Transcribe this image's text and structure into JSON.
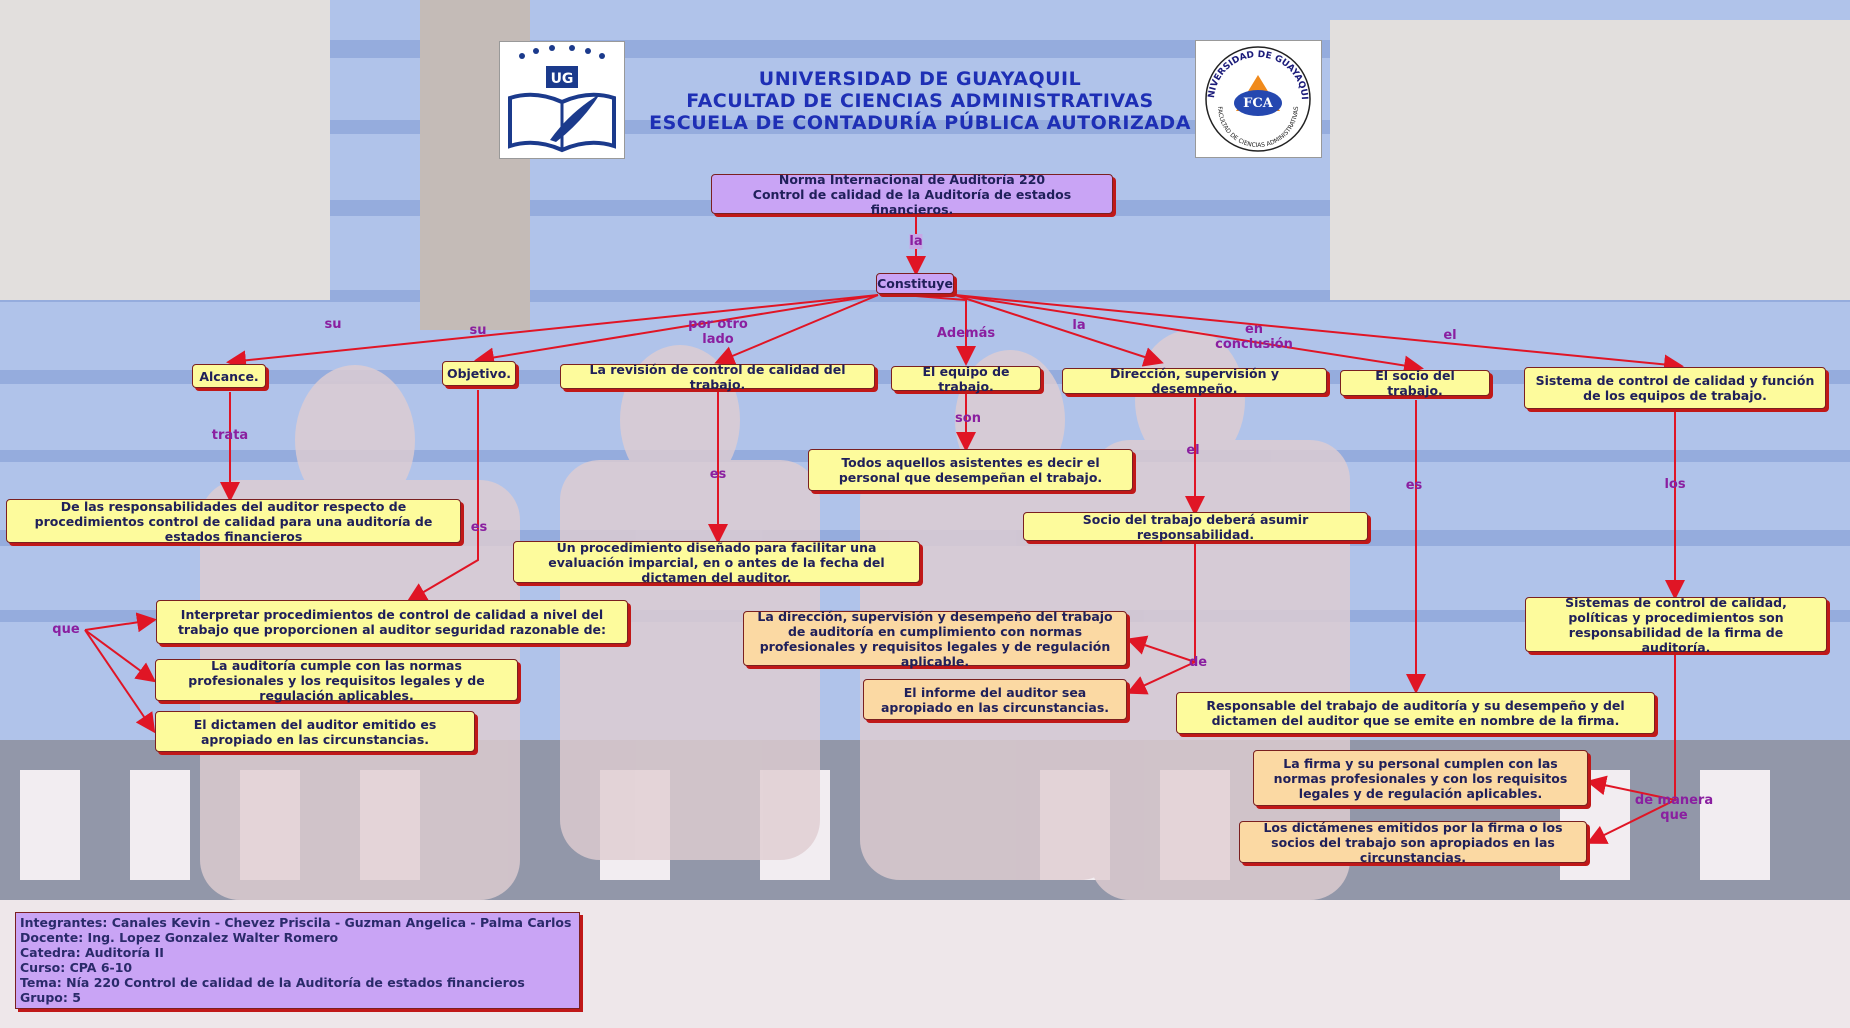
{
  "header": {
    "line1": "UNIVERSIDAD DE GUAYAQUIL",
    "line2": "FACULTAD DE CIENCIAS ADMINISTRATIVAS",
    "line3": "ESCUELA DE CONTADURÍA PÚBLICA AUTORIZADA"
  },
  "logos": {
    "left_text": "UG",
    "right_ring_top": "UNIVERSIDAD DE GUAYAQUIL",
    "right_ring_bottom": "FACULTAD DE CIENCIAS ADMINISTRATIVAS",
    "right_center": "FCA"
  },
  "nodes": {
    "root": "Norma Internacional de Auditoría 220\nControl de calidad de la Auditoría de estados financieros.",
    "constituye": "Constituye",
    "alcance": "Alcance.",
    "objetivo": "Objetivo.",
    "revision": "La revisión de control de calidad del trabajo.",
    "equipo": "El equipo de trabajo.",
    "direccion": "Dirección, supervisión y desempeño.",
    "socio": "El socio del trabajo.",
    "sistema": "Sistema de control de calidad y función de los equipos de trabajo.",
    "responsabilidades": "De las responsabilidades del auditor respecto de procedimientos control de calidad para una auditoría de estados financieros",
    "interpretar": "Interpretar procedimientos de control de calidad a nivel del trabajo que proporcionen al auditor seguridad razonable de:",
    "auditoria_cumple": "La auditoría cumple con las normas profesionales y los requisitos legales y de regulación aplicables.",
    "dictamen_apropiado": "El dictamen del auditor emitido es apropiado en las circunstancias.",
    "procedimiento": "Un procedimiento diseñado para facilitar una evaluación imparcial, en o antes de la fecha del dictamen del auditor.",
    "asistentes": "Todos aquellos asistentes es decir el personal que desempeñan el trabajo.",
    "socio_asumir": "Socio del trabajo deberá asumir responsabilidad.",
    "direccion_trabajo": "La dirección, supervisión y desempeño del trabajo de auditoría en cumplimiento con normas profesionales y requisitos legales y de regulación aplicable.",
    "informe": "El informe del auditor sea apropiado en las circunstancias.",
    "responsable": "Responsable del trabajo de auditoría y su desempeño y del dictamen del auditor que se emite en nombre de la firma.",
    "sistemas_firma": "Sistemas de control de calidad, políticas y procedimientos son responsabilidad de la firma de auditoría.",
    "firma_cumple": "La firma y su personal cumplen con las normas profesionales y con los requisitos legales y de regulación aplicables.",
    "dictamenes": "Los dictámenes emitidos por la firma o los socios del trabajo son apropiados en las circunstancias."
  },
  "links": {
    "la1": "la",
    "su1": "su",
    "su2": "su",
    "por_otro_lado": "por otro\nlado",
    "ademas": "Además",
    "la2": "la",
    "en_conclusion": "en\nconclusión",
    "el1": "el",
    "trata": "trata",
    "es1": "es",
    "es2": "es",
    "son": "son",
    "el2": "el",
    "es3": "es",
    "los": "los",
    "que": "que",
    "de": "de",
    "de_manera_que": "de manera\nque"
  },
  "info": {
    "integrantes": "Integrantes: Canales Kevin - Chevez Priscila - Guzman Angelica - Palma Carlos",
    "docente": "Docente: Ing. Lopez Gonzalez Walter Romero",
    "catedra": "Catedra: Auditoría II",
    "curso": "Curso: CPA 6-10",
    "tema": "Tema: Nía 220 Control de calidad de la Auditoría de estados financieros",
    "grupo": "Grupo: 5"
  },
  "colors": {
    "arrow": "#e01525",
    "link_text": "#8a1fa0",
    "box_yellow": "#fdfb9c",
    "box_orange": "#fbd9a3",
    "box_purple": "#c9a4f5",
    "title": "#1e2fb5"
  }
}
